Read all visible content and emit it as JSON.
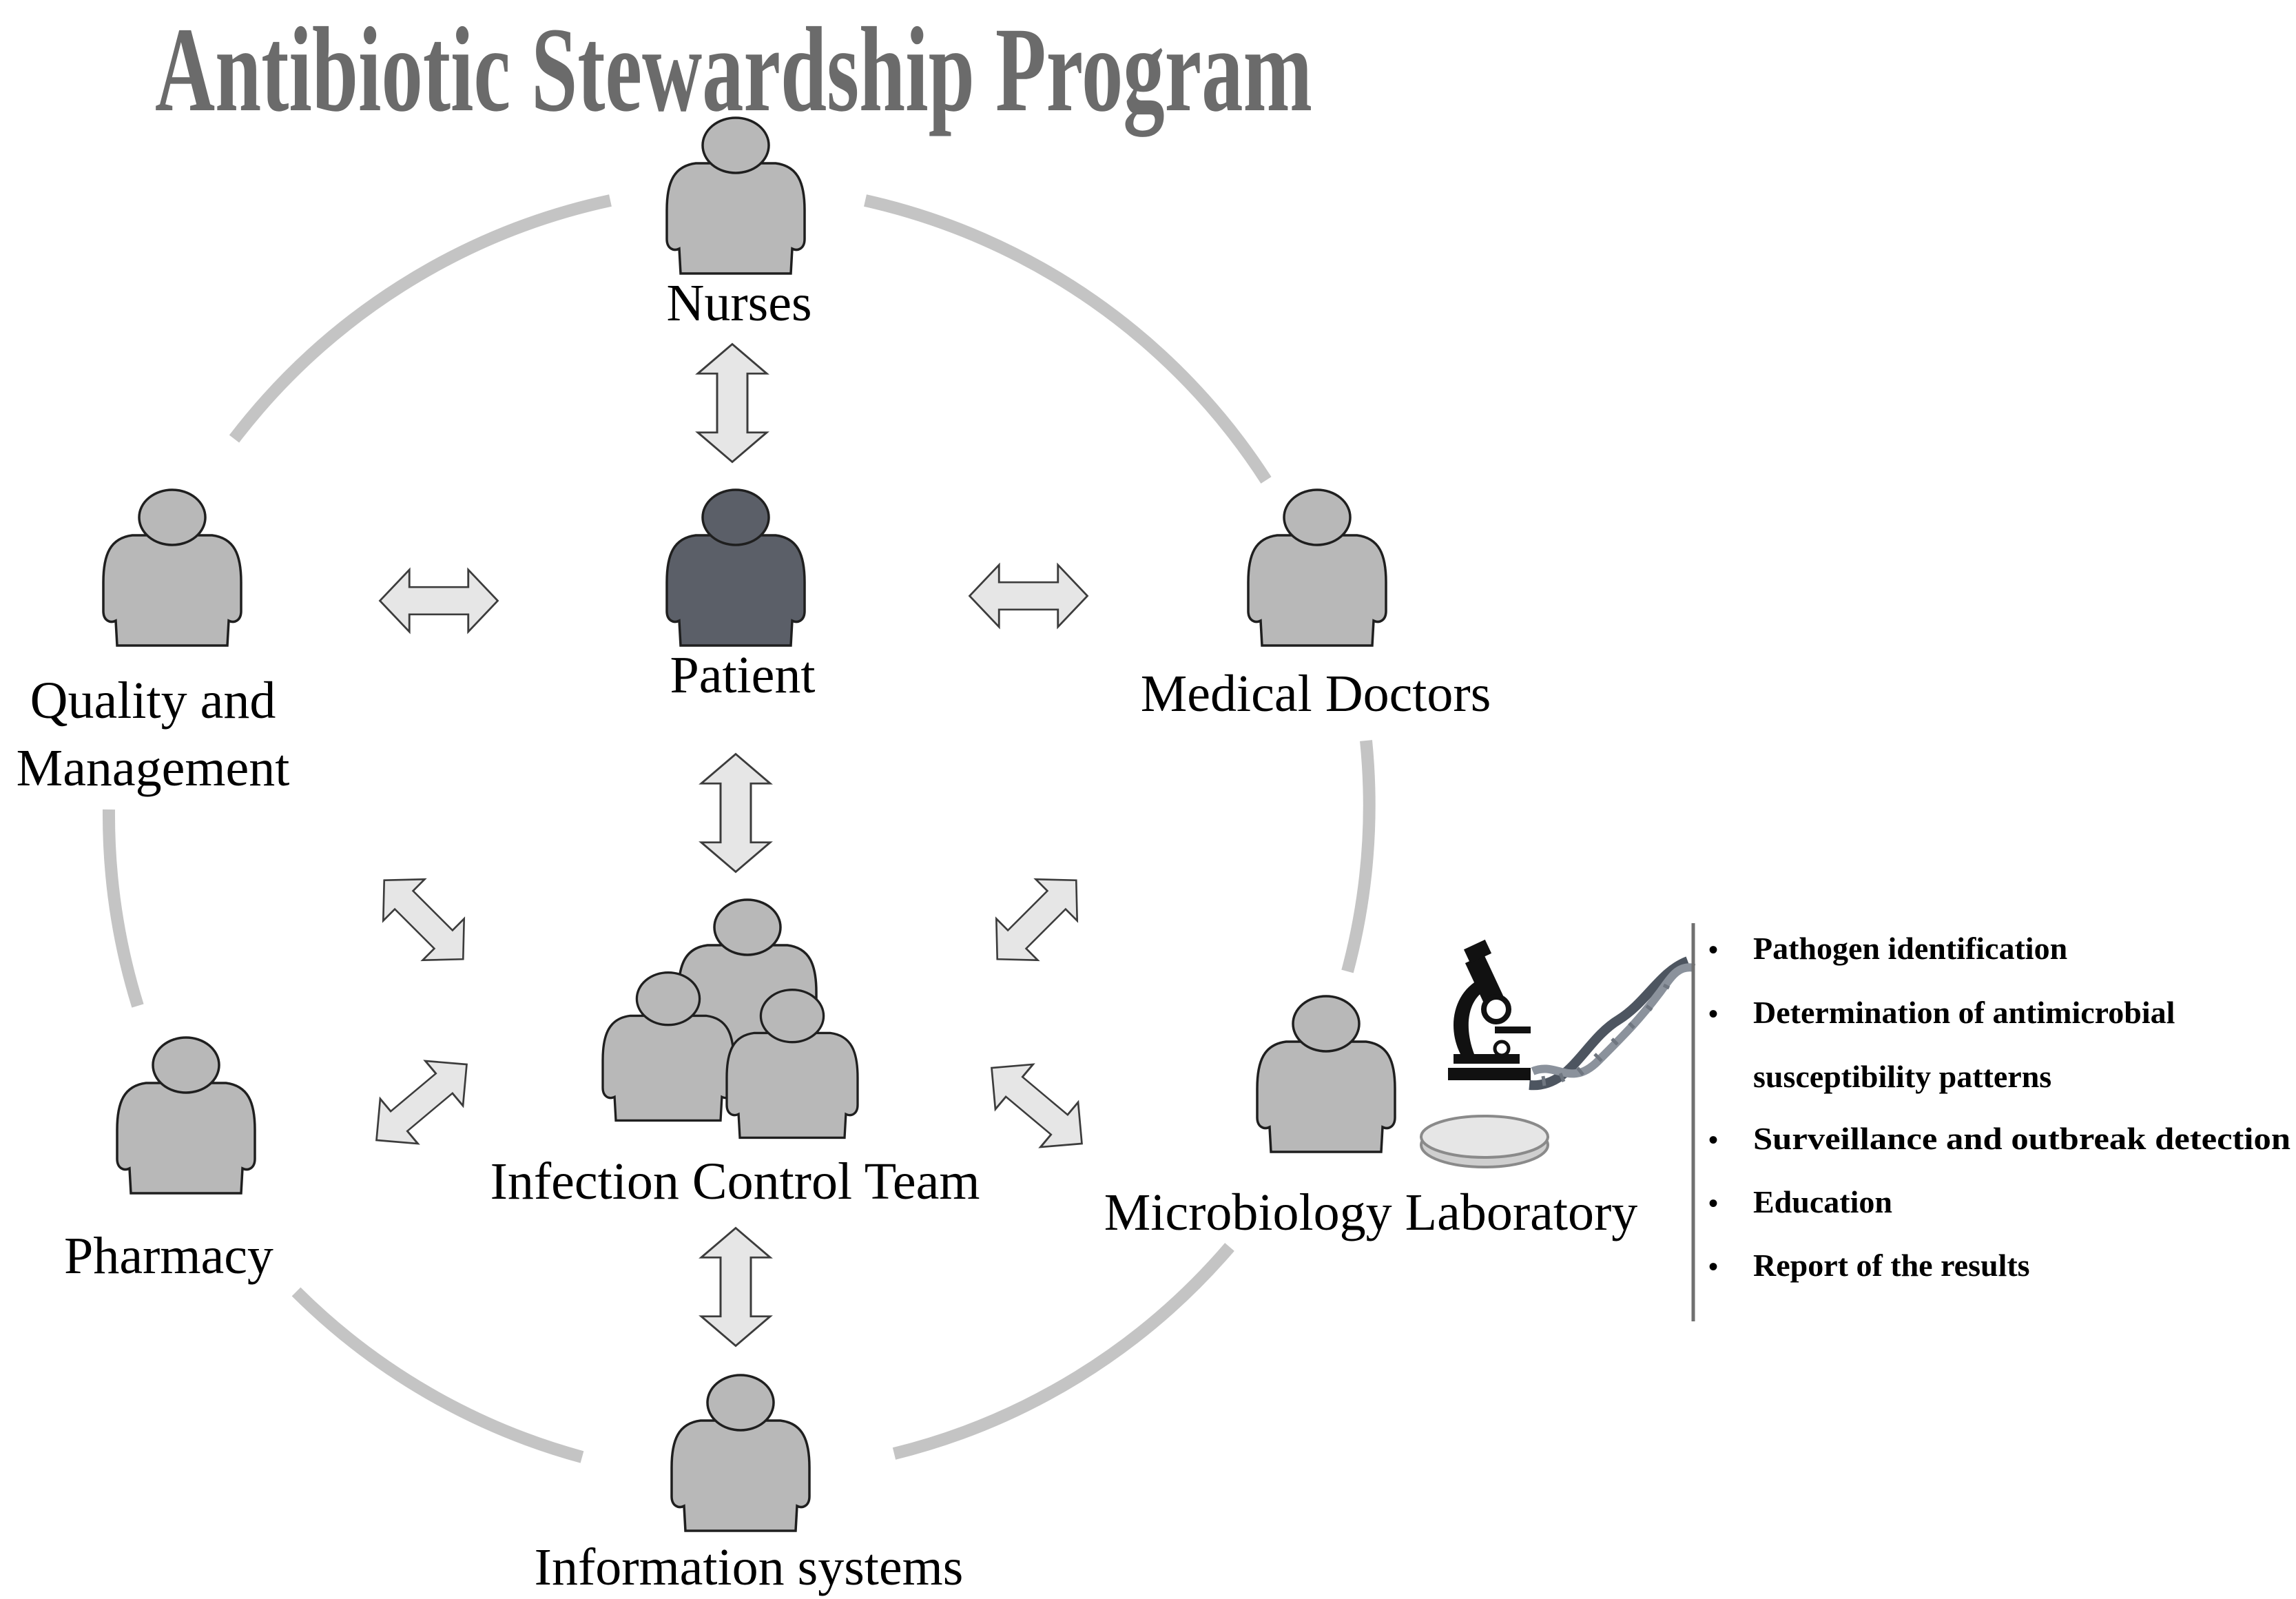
{
  "title": "Antibiotic Stewardship Program",
  "nodes": {
    "nurses": "Nurses",
    "patient": "Patient",
    "medical_doctors": "Medical Doctors",
    "quality_line1": "Quality and",
    "quality_line2": "Management",
    "infection_control": "Infection Control Team",
    "pharmacy": "Pharmacy",
    "microbiology": "Microbiology Laboratory",
    "information_systems": "Information systems"
  },
  "lab_functions": [
    "Pathogen identification",
    "Determination of antimicrobial",
    "susceptibility patterns",
    "Surveillance and outbreak detection",
    "Education",
    "Report of the results"
  ],
  "bullet_symbol": "•",
  "icons": {
    "person": "person-icon",
    "patient": "patient-icon",
    "team": "group-icon",
    "microscope": "microscope-icon",
    "dna": "dna-helix-icon",
    "petri": "petri-dish-icon",
    "arrow": "double-arrow-icon"
  },
  "colors": {
    "title": "#6b6b6b",
    "ring": "#c4c4c4",
    "person_fill": "#b8b8b8",
    "patient_fill": "#5b5f68",
    "arrow_fill": "#e6e6e6"
  }
}
